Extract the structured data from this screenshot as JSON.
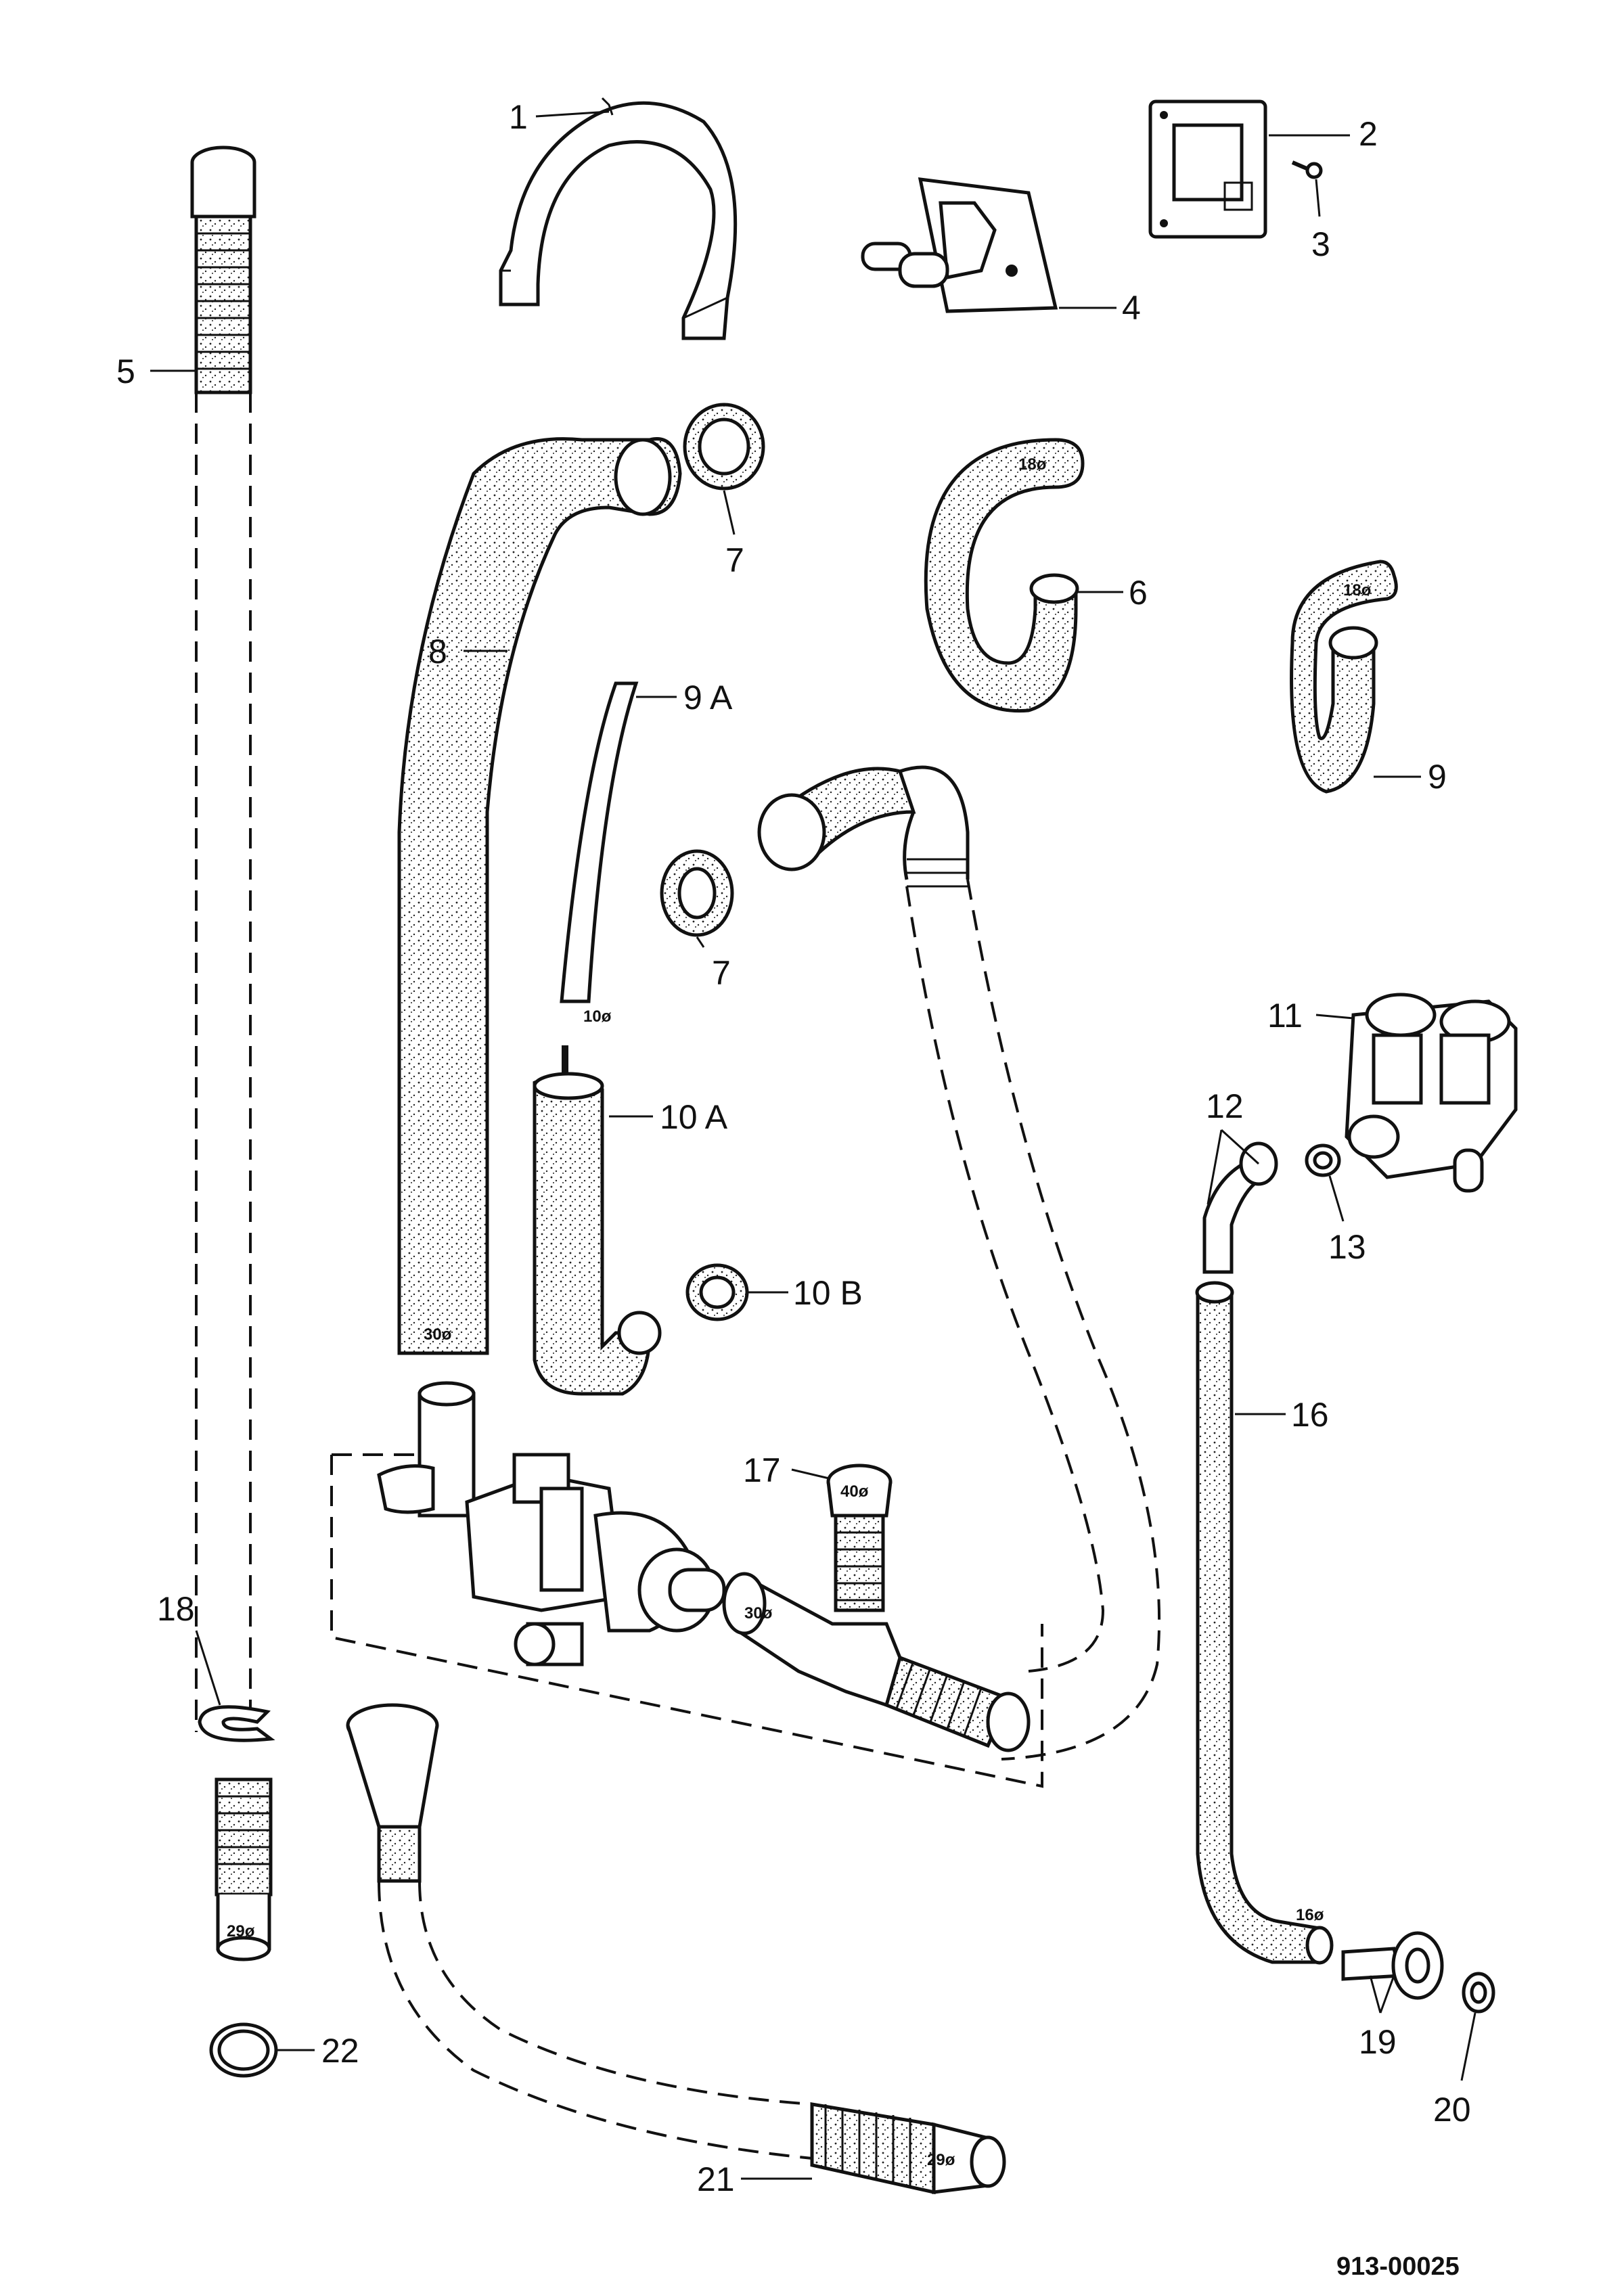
{
  "diagram": {
    "reference_number": "913-00025",
    "callouts": [
      "1",
      "2",
      "3",
      "4",
      "5",
      "6",
      "7",
      "7",
      "8",
      "9",
      "9 A",
      "10 A",
      "10 B",
      "11",
      "12",
      "13",
      "16",
      "17",
      "18",
      "19",
      "20",
      "21",
      "22"
    ],
    "diameter_marks": [
      "18ø",
      "18ø",
      "10ø",
      "30ø",
      "40ø",
      "30ø",
      "29ø",
      "16ø",
      "29ø"
    ]
  }
}
